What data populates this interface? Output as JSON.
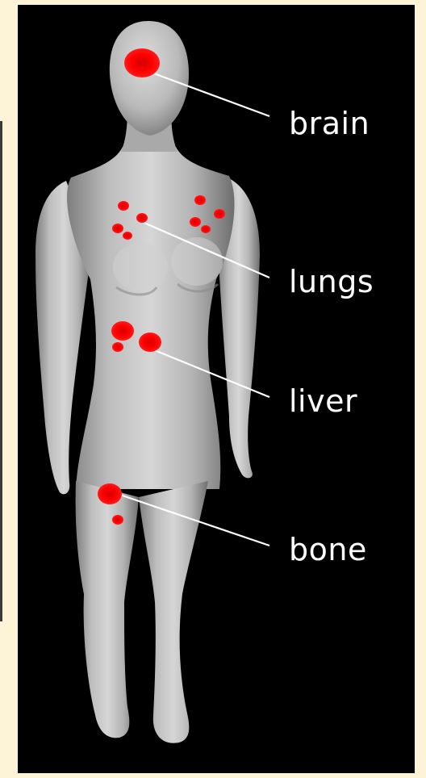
{
  "labels": {
    "brain": "brain",
    "lungs": "lungs",
    "liver": "liver",
    "bone": "bone"
  },
  "colors": {
    "background": "#000000",
    "page": "#fdf3d6",
    "body": "#c8c8c8",
    "lesion": "#ff0000",
    "leader_line": "#ffffff",
    "label_text": "#ffffff"
  }
}
